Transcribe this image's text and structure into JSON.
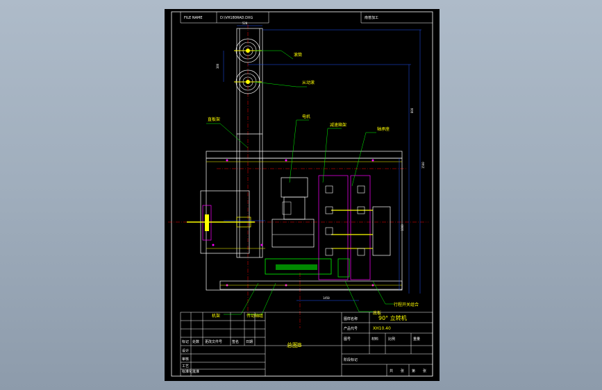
{
  "header": {
    "file_name_label": "FILE NAME",
    "file_path": "D:\\VH180RAD.DXG",
    "company": "南普加工"
  },
  "callouts": {
    "drum_1": "滚筒",
    "drum_2": "从动滚",
    "side_plate": "直板架",
    "motor": "电机",
    "reducer": "减速箱架",
    "bearing_seat": "轴承座",
    "frame": "机架",
    "transmission": "传动轴组",
    "base": "底板",
    "travel_switch": "行程开关组合"
  },
  "dimensions": {
    "top_width": "520",
    "drum_pitch": "380",
    "height_main": "1500",
    "height_right": "1000",
    "height_inner": "800",
    "bottom_width": "1450"
  },
  "title_block": {
    "drawing_name_label": "图样名称",
    "drawing_name": "90° 立转机",
    "product_code_label": "产品代号",
    "product_code": "XH10.40",
    "main_title": "总图B",
    "col_left_1": "标记",
    "col_left_2": "处数",
    "col_left_3": "更改文件号",
    "col_left_4": "签名",
    "col_left_5": "日期",
    "row_design": "设计",
    "row_check": "审核",
    "row_process": "工艺",
    "row_standard": "标准化",
    "row_approve": "批准",
    "mid_label_1": "图号",
    "mid_label_2": "材料",
    "mid_label_3": "比例",
    "mid_label_4": "重量",
    "stage_label": "阶段标记",
    "sheet_label": "共",
    "sheet_of": "张",
    "page_label": "第",
    "page_of": "张"
  }
}
